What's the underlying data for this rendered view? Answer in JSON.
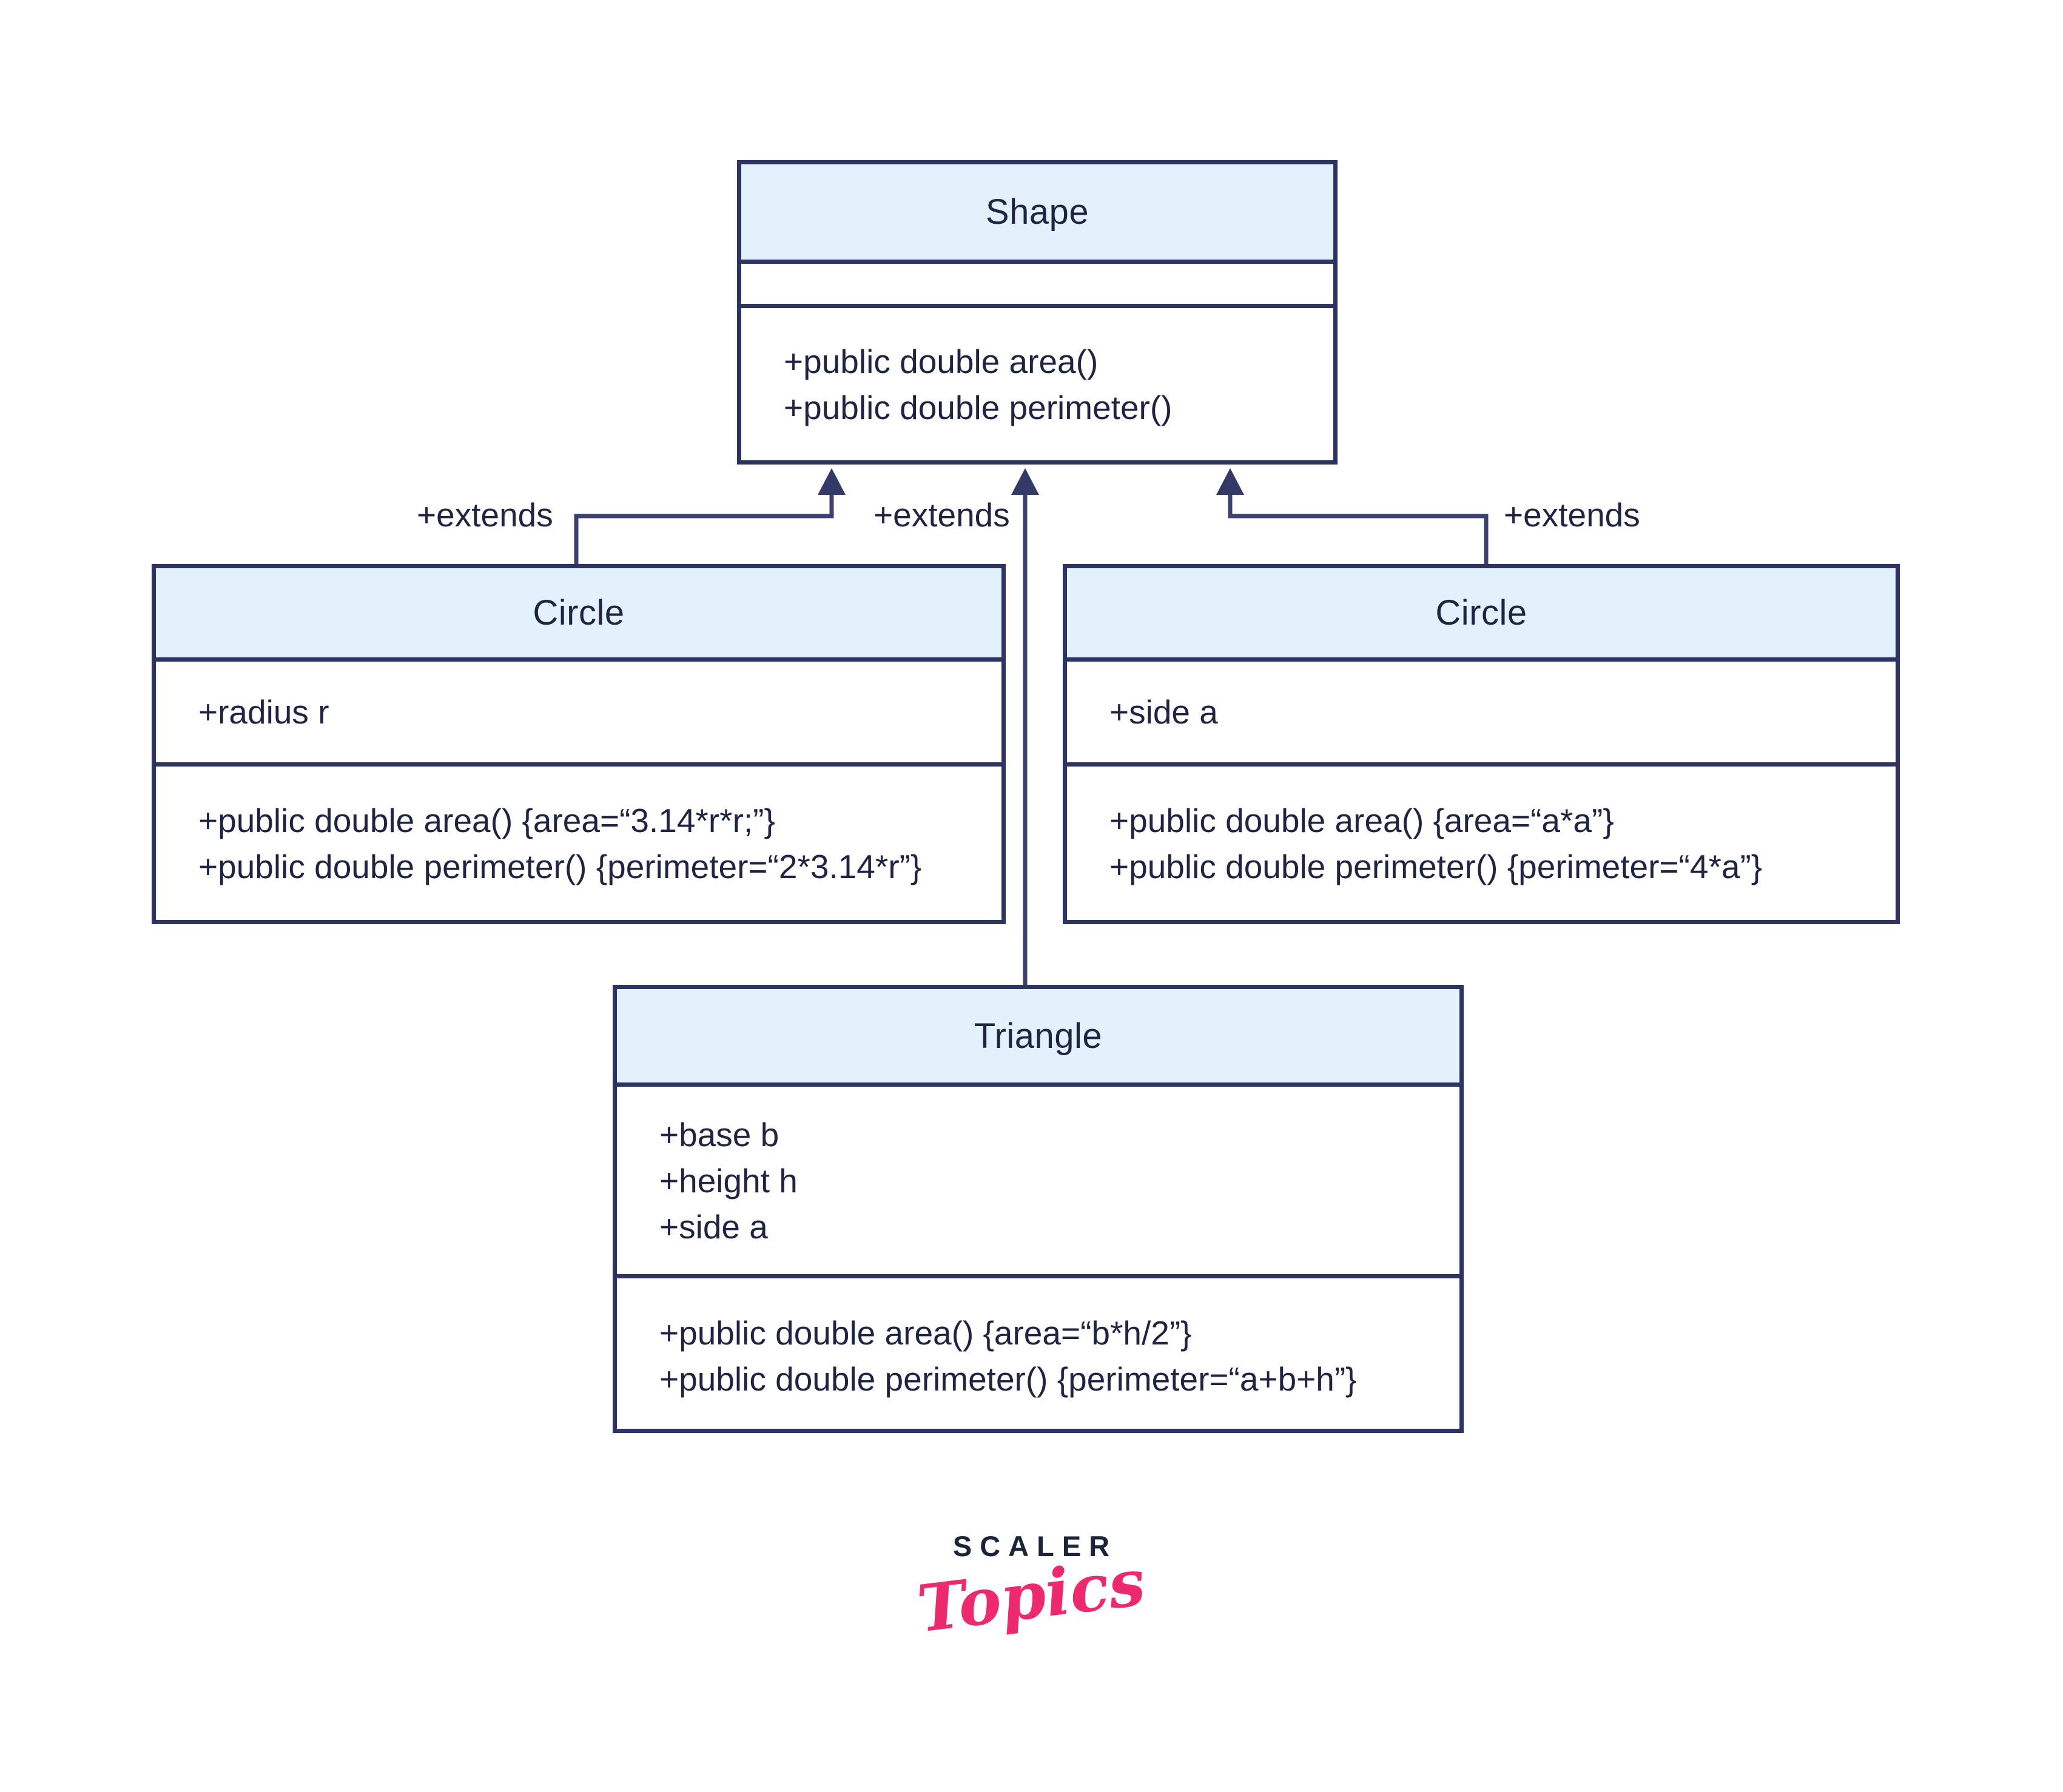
{
  "diagram": {
    "classes": [
      {
        "id": "shape",
        "title": "Shape",
        "attributes": [],
        "methods": [
          "+public double area()",
          "+public double perimeter()"
        ]
      },
      {
        "id": "circle-left",
        "title": "Circle",
        "attributes": [
          "+radius r"
        ],
        "methods": [
          "+public double area() {area=“3.14*r*r;”}",
          "+public double perimeter() {perimeter=“2*3.14*r”}"
        ]
      },
      {
        "id": "circle-right",
        "title": "Circle",
        "attributes": [
          "+side a"
        ],
        "methods": [
          "+public double area() {area=“a*a”}",
          "+public double perimeter() {perimeter=“4*a”}"
        ]
      },
      {
        "id": "triangle",
        "title": "Triangle",
        "attributes": [
          "+base b",
          "+height h",
          "+side a"
        ],
        "methods": [
          "+public double area() {area=“b*h/2”}",
          "+public double perimeter() {perimeter=“a+b+h”}"
        ]
      }
    ],
    "relations": [
      {
        "label": "+extends"
      },
      {
        "label": "+extends"
      },
      {
        "label": "+extends"
      }
    ]
  },
  "branding": {
    "line1": "SCALER",
    "line2": "Topics"
  },
  "colors": {
    "box_border": "#2d3363",
    "header_fill": "#e3f1fc",
    "text": "#1f2442",
    "edge_line": "#3a4070",
    "arrowhead": "#333a68",
    "logo_navy": "#1b2438",
    "logo_pink": "#ed2a6d",
    "background": "#ffffff"
  }
}
